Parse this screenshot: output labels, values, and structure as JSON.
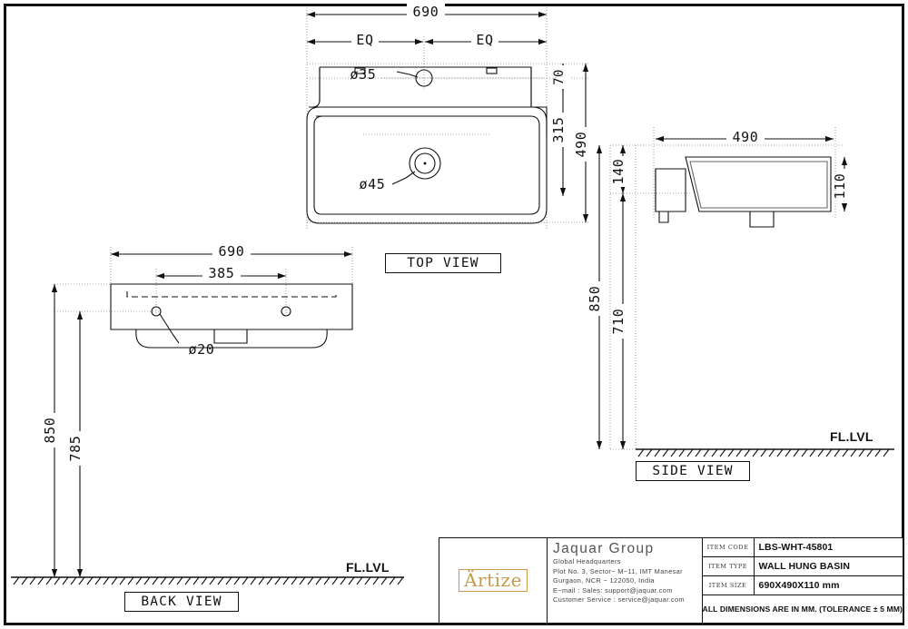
{
  "sheet": {
    "border_color": "#111111"
  },
  "views": {
    "top": {
      "label": "TOP VIEW",
      "dims": {
        "overall_width": "690",
        "eq_left": "EQ",
        "eq_right": "EQ",
        "tap_hole": "ø35",
        "drain_hole": "ø45",
        "back_edge": "70",
        "bowl_depth": "315",
        "overall_depth": "490"
      }
    },
    "side": {
      "label": "SIDE VIEW",
      "floor_label": "FL.LVL",
      "dims": {
        "depth": "490",
        "height": "110",
        "top_to_rim": "140",
        "floor_to_bowl": "710",
        "floor_to_top": "850"
      }
    },
    "back": {
      "label": "BACK VIEW",
      "floor_label": "FL.LVL",
      "dims": {
        "overall_width": "690",
        "hole_spacing": "385",
        "fixing_hole": "ø20",
        "floor_to_top": "850",
        "floor_to_holes": "785"
      }
    }
  },
  "title_block": {
    "logo": {
      "text": "Ärtize",
      "color": "#c79a4b"
    },
    "company": "Jaquar  Group",
    "address": [
      "Global  Headquarters",
      "Plot No. 3, Sector−  M−11, IMT Manesar",
      "Gurgaon, NCR  −  122050, India",
      "E−mail : Sales:  support@jaquar.com",
      "Customer Service :  service@jaquar.com"
    ],
    "rows": [
      {
        "key": "ITEM CODE",
        "value": "LBS-WHT-45801"
      },
      {
        "key": "ITEM TYPE",
        "value": "WALL HUNG BASIN"
      },
      {
        "key": "ITEM SIZE",
        "value": "690X490X110 mm"
      }
    ],
    "note": "ALL DIMENSIONS ARE IN MM. (TOLERANCE ± 5 MM)"
  }
}
